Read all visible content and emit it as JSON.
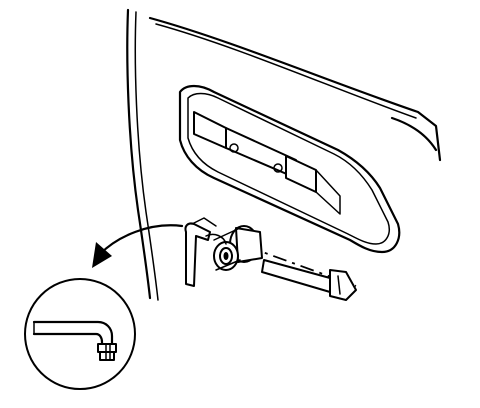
{
  "figure": {
    "subject": "door-lock-cylinder-removal",
    "icons": [
      "door-panel",
      "door-handle-recess",
      "lock-cylinder",
      "retainer-clip",
      "lock-rod",
      "curved-arrow",
      "detail-magnifier"
    ],
    "colors": {
      "ink": "#000000",
      "background": "#ffffff"
    }
  }
}
